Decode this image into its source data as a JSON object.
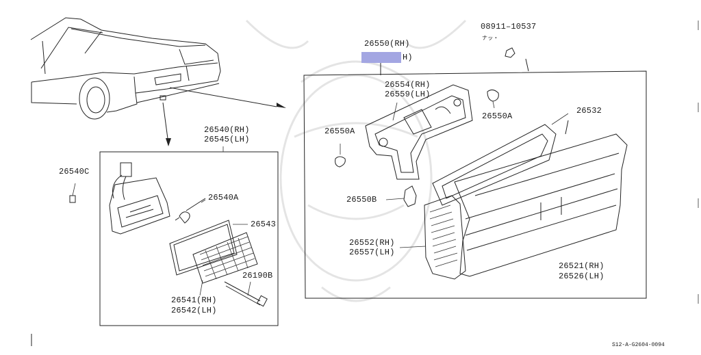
{
  "labels": {
    "p26550_rh": "26550(RH)",
    "p26555_lh_suffix": "H)",
    "p08911": "08911–10537",
    "p08911_sub": "ナッ・",
    "p26554": "26554(RH)",
    "p26559": "26559(LH)",
    "p26550a_right": "26550A",
    "p26550a_left": "26550A",
    "p26532": "26532",
    "p26550b": "26550B",
    "p26552": "26552(RH)",
    "p26557": "26557(LH)",
    "p26521": "26521(RH)",
    "p26526": "26526(LH)",
    "p26540": "26540(RH)",
    "p26545": "26545(LH)",
    "p26540c": "26540C",
    "p26540a": "26540A",
    "p26543": "26543",
    "p26190b": "26190B",
    "p26541": "26541(RH)",
    "p26542": "26542(LH)"
  },
  "diagram_code": "S12-A-G2604-0094",
  "colors": {
    "line": "#222222",
    "highlight": "#a3a6e2",
    "watermark": "#e4e4e4"
  }
}
